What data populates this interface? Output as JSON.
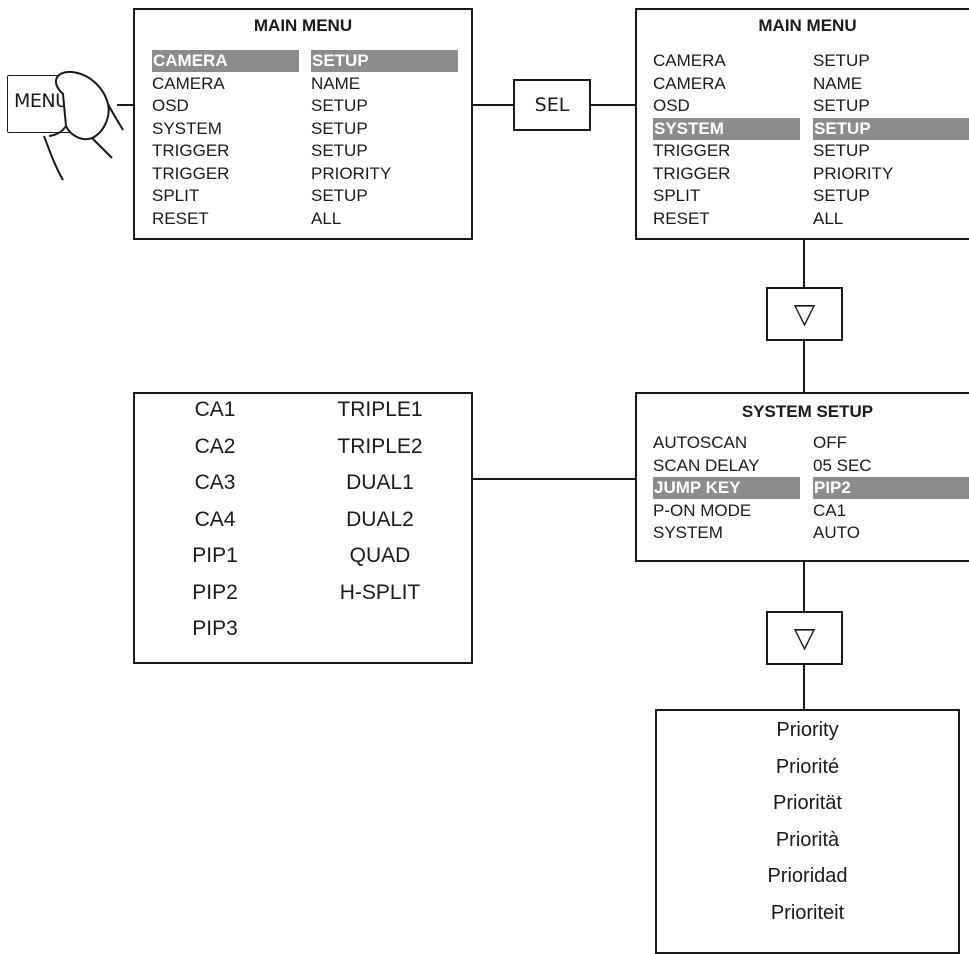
{
  "menu_button": {
    "label": "MENU"
  },
  "sel_button": {
    "label": "SEL"
  },
  "main_menu_1": {
    "title": "MAIN MENU",
    "rows": [
      {
        "left": "CAMERA",
        "right": "SETUP",
        "selected": true
      },
      {
        "left": "CAMERA",
        "right": "NAME",
        "selected": false
      },
      {
        "left": "OSD",
        "right": "SETUP",
        "selected": false
      },
      {
        "left": "SYSTEM",
        "right": "SETUP",
        "selected": false
      },
      {
        "left": "TRIGGER",
        "right": "SETUP",
        "selected": false
      },
      {
        "left": "TRIGGER",
        "right": "PRIORITY",
        "selected": false
      },
      {
        "left": "SPLIT",
        "right": "SETUP",
        "selected": false
      },
      {
        "left": "RESET",
        "right": "ALL",
        "selected": false
      }
    ]
  },
  "main_menu_2": {
    "title": "MAIN MENU",
    "rows": [
      {
        "left": "CAMERA",
        "right": "SETUP",
        "selected": false
      },
      {
        "left": "CAMERA",
        "right": "NAME",
        "selected": false
      },
      {
        "left": "OSD",
        "right": "SETUP",
        "selected": false
      },
      {
        "left": "SYSTEM",
        "right": "SETUP",
        "selected": true
      },
      {
        "left": "TRIGGER",
        "right": "SETUP",
        "selected": false
      },
      {
        "left": "TRIGGER",
        "right": "PRIORITY",
        "selected": false
      },
      {
        "left": "SPLIT",
        "right": "SETUP",
        "selected": false
      },
      {
        "left": "RESET",
        "right": "ALL",
        "selected": false
      }
    ]
  },
  "down_button_1": {
    "icon": "down-triangle-icon",
    "glyph": "▽"
  },
  "down_button_2": {
    "icon": "down-triangle-icon",
    "glyph": "▽"
  },
  "system_setup": {
    "title": "SYSTEM SETUP",
    "rows": [
      {
        "left": "AUTOSCAN",
        "right": "OFF",
        "selected": false
      },
      {
        "left": "SCAN DELAY",
        "right": "05 SEC",
        "selected": false
      },
      {
        "left": "JUMP KEY",
        "right": "PIP2",
        "selected": true
      },
      {
        "left": "P-ON MODE",
        "right": "CA1",
        "selected": false
      },
      {
        "left": "SYSTEM",
        "right": "AUTO",
        "selected": false
      }
    ]
  },
  "jump_options": {
    "left": [
      "CA1",
      "CA2",
      "CA3",
      "CA4",
      "PIP1",
      "PIP2",
      "PIP3"
    ],
    "right": [
      "TRIPLE1",
      "TRIPLE2",
      "DUAL1",
      "DUAL2",
      "QUAD",
      "H-SPLIT"
    ]
  },
  "priority_languages": [
    "Priority",
    "Priorité",
    "Priorität",
    "Priorità",
    "Prioridad",
    "Prioriteit"
  ],
  "colors": {
    "line": "#1a1a1a",
    "highlight": "#8c8c8c"
  }
}
